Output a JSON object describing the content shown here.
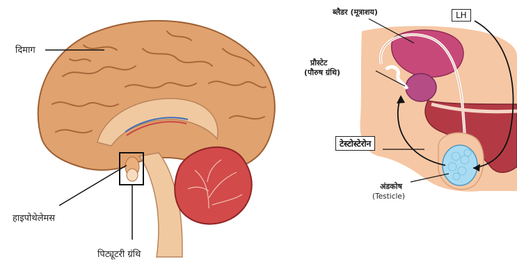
{
  "brain_diagram": {
    "labels": {
      "brain": "दिमाग",
      "hypothalamus": "हाइपोथेलेमस",
      "pituitary": "पिट्यूटरी ग्रंथि"
    }
  },
  "reproductive_diagram": {
    "labels": {
      "bladder": "ब्लैडर (मूत्राशय)",
      "prostate_line1": "प्रौस्टेट",
      "prostate_line2": "(पौरुष ग्रंथि)",
      "testosterone": "टेस्टोस्टेरोन",
      "lh": "LH",
      "testicle_hindi": "अंडकोष",
      "testicle_english": "(Testicle)"
    }
  },
  "colors": {
    "brain_fill": "#e0a26e",
    "brain_gyri": "#a8673a",
    "inner_brain": "#f1c9a0",
    "cerebellum": "#d24a4a",
    "skin": "#f6c7a4",
    "bladder": "#c7497a",
    "prostate": "#b54c86",
    "testicle": "#a9dcf2",
    "muscle": "#b33a44"
  }
}
